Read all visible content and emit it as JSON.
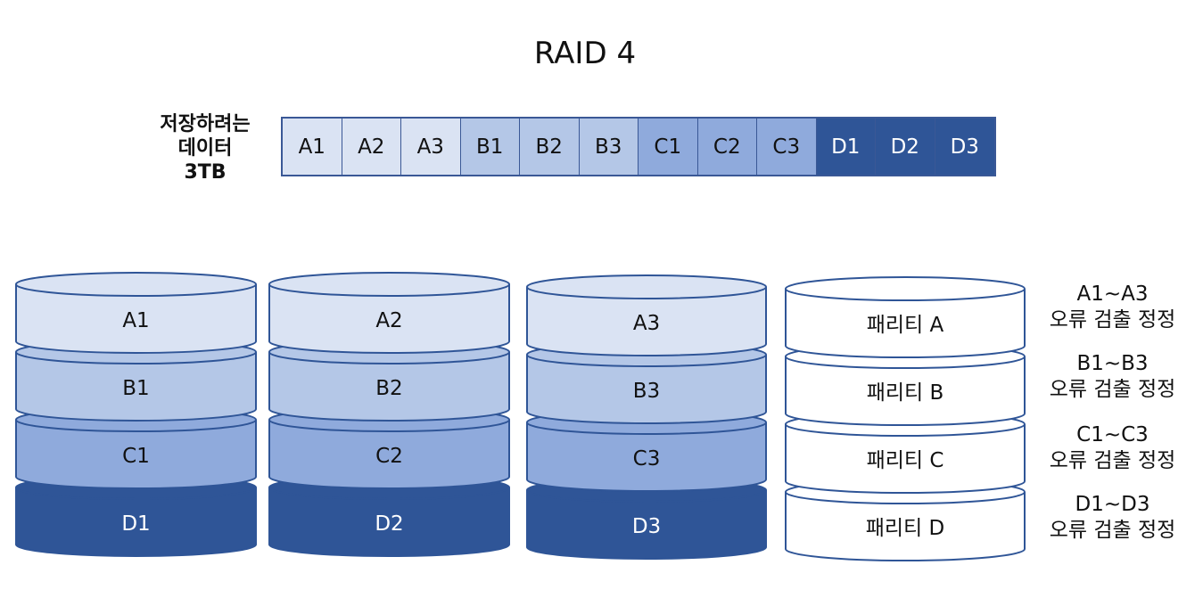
{
  "title": "RAID 4",
  "data_label": {
    "line1": "저장하려는",
    "line2": "데이터",
    "line3": "3TB"
  },
  "colors": {
    "a": "#dae3f3",
    "b": "#b4c7e7",
    "c": "#8faadc",
    "d": "#2f5597",
    "parity": "#ffffff",
    "stroke": "#2f5597",
    "text_light": "#ffffff",
    "text_dark": "#111111"
  },
  "strip": [
    {
      "label": "A1",
      "tier": "a"
    },
    {
      "label": "A2",
      "tier": "a"
    },
    {
      "label": "A3",
      "tier": "a"
    },
    {
      "label": "B1",
      "tier": "b"
    },
    {
      "label": "B2",
      "tier": "b"
    },
    {
      "label": "B3",
      "tier": "b"
    },
    {
      "label": "C1",
      "tier": "c"
    },
    {
      "label": "C2",
      "tier": "c"
    },
    {
      "label": "C3",
      "tier": "c"
    },
    {
      "label": "D1",
      "tier": "d"
    },
    {
      "label": "D2",
      "tier": "d"
    },
    {
      "label": "D3",
      "tier": "d"
    }
  ],
  "disks": [
    {
      "name": "disk-1",
      "blocks": [
        {
          "label": "A1",
          "tier": "a"
        },
        {
          "label": "B1",
          "tier": "b"
        },
        {
          "label": "C1",
          "tier": "c"
        },
        {
          "label": "D1",
          "tier": "d"
        }
      ]
    },
    {
      "name": "disk-2",
      "blocks": [
        {
          "label": "A2",
          "tier": "a"
        },
        {
          "label": "B2",
          "tier": "b"
        },
        {
          "label": "C2",
          "tier": "c"
        },
        {
          "label": "D2",
          "tier": "d"
        }
      ]
    },
    {
      "name": "disk-3",
      "blocks": [
        {
          "label": "A3",
          "tier": "a"
        },
        {
          "label": "B3",
          "tier": "b"
        },
        {
          "label": "C3",
          "tier": "c"
        },
        {
          "label": "D3",
          "tier": "d"
        }
      ]
    },
    {
      "name": "parity-disk",
      "blocks": [
        {
          "label": "패리티 A",
          "tier": "parity"
        },
        {
          "label": "패리티 B",
          "tier": "parity"
        },
        {
          "label": "패리티 C",
          "tier": "parity"
        },
        {
          "label": "패리티 D",
          "tier": "parity"
        }
      ]
    }
  ],
  "captions": [
    {
      "range": "A1~A3",
      "desc": "오류 검출 정정"
    },
    {
      "range": "B1~B3",
      "desc": "오류 검출 정정"
    },
    {
      "range": "C1~C3",
      "desc": "오류 검출 정정"
    },
    {
      "range": "D1~D3",
      "desc": "오류 검출 정정"
    }
  ]
}
